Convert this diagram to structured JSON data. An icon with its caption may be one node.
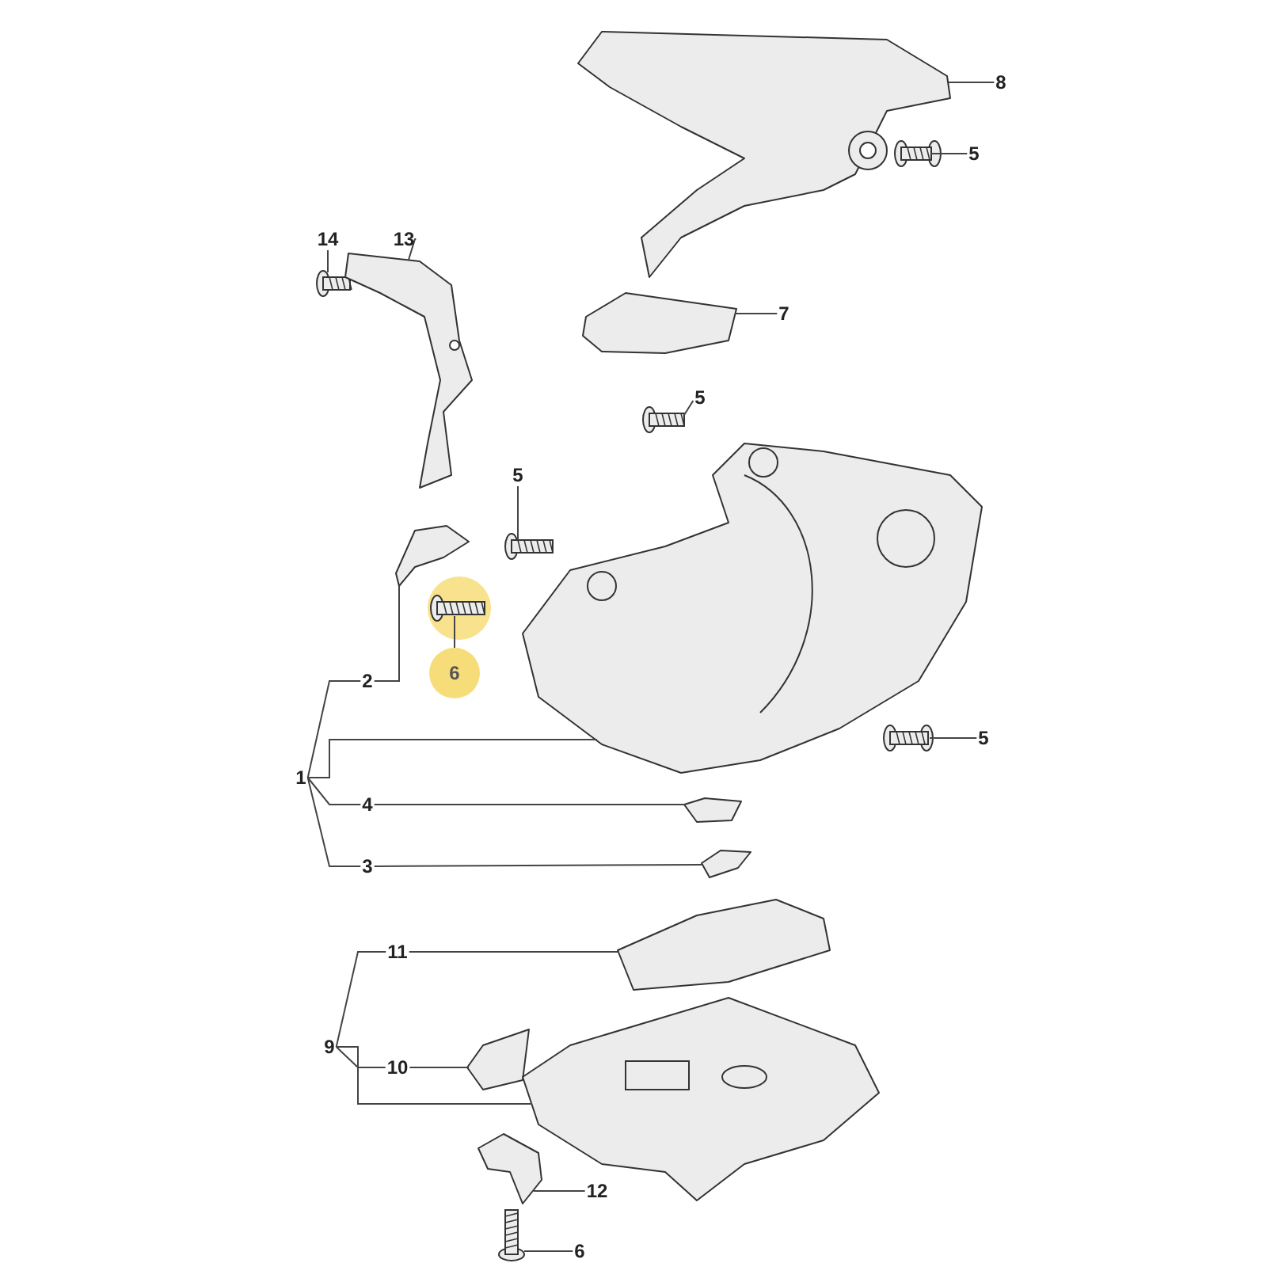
{
  "diagram": {
    "nodes": [
      {
        "text": [
          "8"
        ]
      },
      {
        "text": [
          "5"
        ]
      },
      {
        "text": [
          "7"
        ]
      },
      {
        "text": [
          "14"
        ]
      },
      {
        "text": [
          "13"
        ]
      },
      {
        "text": [
          "5"
        ]
      },
      {
        "text": [
          "5"
        ]
      },
      {
        "text": [
          "2"
        ]
      },
      {
        "text": [
          "6"
        ]
      },
      {
        "text": [
          "1"
        ]
      },
      {
        "text": [
          "4"
        ]
      },
      {
        "text": [
          "3"
        ]
      },
      {
        "text": [
          "5"
        ]
      },
      {
        "text": [
          "11"
        ]
      },
      {
        "text": [
          "9"
        ]
      },
      {
        "text": [
          "10"
        ]
      },
      {
        "text": [
          "12"
        ]
      },
      {
        "text": [
          "6"
        ]
      },
      {
        "text": [],
        "shape": "picture"
      },
      {
        "text": [],
        "shape": "picture"
      },
      {
        "text": [],
        "shape": "picture"
      },
      {
        "text": [],
        "shape": "picture"
      },
      {
        "text": [],
        "shape": "picture"
      },
      {
        "text": [],
        "shape": "picture"
      },
      {
        "text": [],
        "shape": "picture"
      },
      {
        "text": [],
        "shape": "picture"
      },
      {
        "text": [],
        "shape": "picture"
      },
      {
        "text": [],
        "shape": "picture"
      },
      {
        "text": [],
        "shape": "picture"
      },
      {
        "text": [],
        "shape": "picture"
      },
      {
        "text": [],
        "shape": "picture"
      },
      {
        "text": [],
        "shape": "picture"
      },
      {
        "text": [],
        "shape": "picture"
      },
      {
        "text": [],
        "shape": "picture"
      },
      {
        "text": [],
        "shape": "picture"
      },
      {
        "text": [],
        "shape": "picture"
      }
    ],
    "edges": [
      {
        "from": 0,
        "to": 18,
        "arrow": "none"
      },
      {
        "from": 1,
        "to": 19,
        "arrow": "none"
      },
      {
        "from": 2,
        "to": 20,
        "arrow": "none"
      },
      {
        "from": 3,
        "to": 21,
        "arrow": "none"
      },
      {
        "from": 4,
        "to": 22,
        "arrow": "none"
      },
      {
        "from": 5,
        "to": 23,
        "arrow": "none"
      },
      {
        "from": 6,
        "to": 24,
        "arrow": "none"
      },
      {
        "from": 7,
        "to": 25,
        "arrow": "none"
      },
      {
        "from": 8,
        "to": 26,
        "arrow": "none"
      },
      {
        "from": 9,
        "to": 27,
        "arrow": "none"
      },
      {
        "from": 9,
        "to": 7,
        "arrow": "none"
      },
      {
        "from": 9,
        "to": 10,
        "arrow": "none"
      },
      {
        "from": 9,
        "to": 11,
        "arrow": "none"
      },
      {
        "from": 10,
        "to": 29,
        "arrow": "none"
      },
      {
        "from": 11,
        "to": 30,
        "arrow": "none"
      },
      {
        "from": 12,
        "to": 28,
        "arrow": "none"
      },
      {
        "from": 13,
        "to": 31,
        "arrow": "none"
      },
      {
        "from": 14,
        "to": 33,
        "arrow": "none"
      },
      {
        "from": 14,
        "to": 13,
        "arrow": "none"
      },
      {
        "from": 14,
        "to": 15,
        "arrow": "none"
      },
      {
        "from": 15,
        "to": 32,
        "arrow": "none"
      },
      {
        "from": 16,
        "to": 34,
        "arrow": "none"
      },
      {
        "from": 17,
        "to": 35,
        "arrow": "none"
      }
    ]
  }
}
